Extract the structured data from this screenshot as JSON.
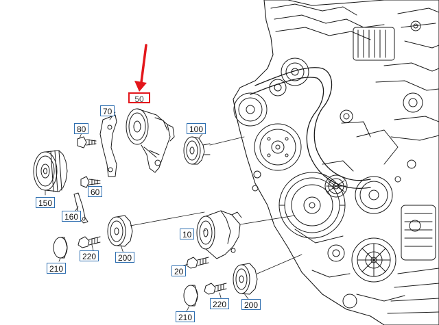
{
  "callouts": {
    "c50": "50",
    "c70": "70",
    "c80": "80",
    "c100": "100",
    "c150": "150",
    "c60": "60",
    "c160": "160",
    "c10": "10",
    "c220a": "220",
    "c200a": "200",
    "c210a": "210",
    "c20": "20",
    "c220b": "220",
    "c200b": "200",
    "c210b": "210"
  },
  "colors": {
    "callout_border": "#2f6fb0",
    "highlight": "#e3161b",
    "line_art": "#1a1a1a"
  },
  "icons": {
    "pointer": "red-arrow-icon"
  }
}
